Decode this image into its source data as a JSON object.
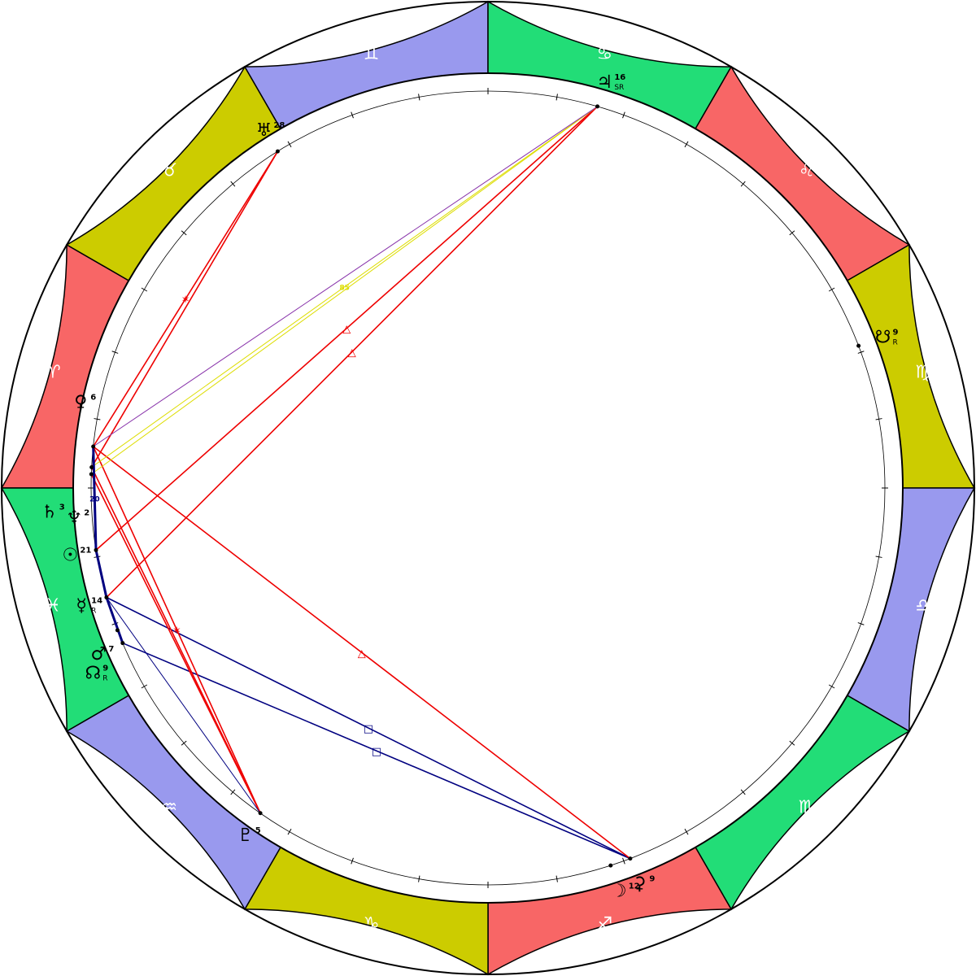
{
  "zodiac": {
    "colors": {
      "fire": "#f86666",
      "earth": "#cccc00",
      "air": "#9999ee",
      "water": "#22dd77"
    },
    "signs": [
      {
        "name": "aries",
        "glyph": "♈",
        "element": "fire"
      },
      {
        "name": "taurus",
        "glyph": "♉",
        "element": "earth"
      },
      {
        "name": "gemini",
        "glyph": "♊",
        "element": "air"
      },
      {
        "name": "cancer",
        "glyph": "♋",
        "element": "water"
      },
      {
        "name": "leo",
        "glyph": "♌",
        "element": "fire"
      },
      {
        "name": "virgo",
        "glyph": "♍",
        "element": "earth"
      },
      {
        "name": "libra",
        "glyph": "♎",
        "element": "air"
      },
      {
        "name": "scorpio",
        "glyph": "♏",
        "element": "water"
      },
      {
        "name": "sagittarius",
        "glyph": "♐",
        "element": "fire"
      },
      {
        "name": "capricorn",
        "glyph": "♑",
        "element": "earth"
      },
      {
        "name": "aquarius",
        "glyph": "♒",
        "element": "air"
      },
      {
        "name": "pisces",
        "glyph": "♓",
        "element": "water"
      }
    ]
  },
  "planets": [
    {
      "id": "sun",
      "glyph": "☉",
      "degree": "21",
      "retro": "",
      "lon": 351
    },
    {
      "id": "moon",
      "glyph": "☽",
      "degree": "12",
      "retro": "",
      "lon": 252
    },
    {
      "id": "mercury",
      "glyph": "☿",
      "degree": "14",
      "retro": "R",
      "lon": 344
    },
    {
      "id": "venus",
      "glyph": "♀",
      "degree": "6",
      "retro": "",
      "lon": 6
    },
    {
      "id": "mars",
      "glyph": "♂",
      "degree": "7",
      "retro": "",
      "lon": 337
    },
    {
      "id": "jupiter",
      "glyph": "♃",
      "degree": "16",
      "retro": "SR",
      "lon": 106
    },
    {
      "id": "saturn",
      "glyph": "♄",
      "degree": "3",
      "retro": "",
      "lon": 3
    },
    {
      "id": "uranus",
      "glyph": "♅",
      "degree": "28",
      "retro": "",
      "lon": 58
    },
    {
      "id": "neptune",
      "glyph": "♆",
      "degree": "2",
      "retro": "",
      "lon": 2
    },
    {
      "id": "pluto",
      "glyph": "♇",
      "degree": "5",
      "retro": "",
      "lon": 305
    },
    {
      "id": "north-node",
      "glyph": "☊",
      "degree": "9",
      "retro": "R",
      "lon": 339
    },
    {
      "id": "south-node",
      "glyph": "☋",
      "degree": "9",
      "retro": "R",
      "lon": 159
    },
    {
      "id": "ceres",
      "glyph": "⚳",
      "degree": "9",
      "retro": "",
      "lon": 249
    }
  ],
  "aspects": [
    {
      "from": "mars",
      "to": "ceres",
      "type": "square",
      "color": "#000080",
      "symbol": "□",
      "label": ""
    },
    {
      "from": "mercury",
      "to": "ceres",
      "type": "square",
      "color": "#000080",
      "symbol": "□",
      "label": ""
    },
    {
      "from": "venus",
      "to": "ceres",
      "type": "trine",
      "color": "#ee0000",
      "symbol": "△",
      "label": ""
    },
    {
      "from": "mercury",
      "to": "jupiter",
      "type": "trine",
      "color": "#ee0000",
      "symbol": "△",
      "label": ""
    },
    {
      "from": "sun",
      "to": "jupiter",
      "type": "trine",
      "color": "#ee0000",
      "symbol": "△",
      "label": ""
    },
    {
      "from": "venus",
      "to": "pluto",
      "type": "sextile",
      "color": "#ee0000",
      "symbol": "✶",
      "label": ""
    },
    {
      "from": "saturn",
      "to": "pluto",
      "type": "sextile",
      "color": "#ee0000",
      "symbol": "",
      "label": ""
    },
    {
      "from": "neptune",
      "to": "pluto",
      "type": "sextile",
      "color": "#ee0000",
      "symbol": "",
      "label": ""
    },
    {
      "from": "venus",
      "to": "uranus",
      "type": "sextile",
      "color": "#ee0000",
      "symbol": "✶",
      "label": ""
    },
    {
      "from": "saturn",
      "to": "uranus",
      "type": "sextile",
      "color": "#ee0000",
      "symbol": "",
      "label": ""
    },
    {
      "from": "neptune",
      "to": "jupiter",
      "type": "minor",
      "color": "#dddd00",
      "symbol": "",
      "label": ""
    },
    {
      "from": "saturn",
      "to": "jupiter",
      "type": "minor",
      "color": "#dddd00",
      "symbol": "",
      "label": "85"
    },
    {
      "from": "venus",
      "to": "jupiter",
      "type": "minor",
      "color": "#8833aa",
      "symbol": "",
      "label": ""
    },
    {
      "from": "mercury",
      "to": "pluto",
      "type": "minor",
      "color": "#000080",
      "symbol": "",
      "label": ""
    },
    {
      "from": "sun",
      "to": "venus",
      "type": "conjunct",
      "color": "#000080",
      "symbol": "",
      "label": "20"
    },
    {
      "from": "mars",
      "to": "mercury",
      "type": "conjunct",
      "color": "#000080",
      "symbol": "",
      "label": ""
    },
    {
      "from": "mercury",
      "to": "sun",
      "type": "conjunct",
      "color": "#000080",
      "symbol": "",
      "label": ""
    }
  ]
}
